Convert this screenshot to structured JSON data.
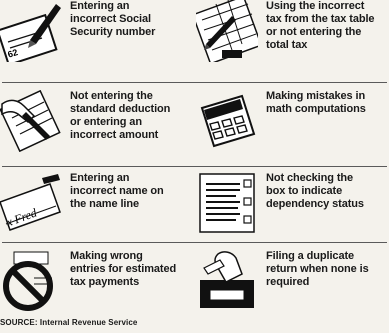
{
  "items": [
    {
      "lines": [
        "Entering an",
        "incorrect Social",
        "Security number"
      ],
      "icon": "pencil-on-card-icon"
    },
    {
      "lines": [
        "Using the incorrect",
        "tax from the tax table",
        "or not entering the",
        "total tax"
      ],
      "icon": "pencil-on-table-icon"
    },
    {
      "lines": [
        "Not entering the",
        "standard deduction",
        "or entering an",
        "incorrect amount"
      ],
      "icon": "hand-writing-icon"
    },
    {
      "lines": [
        "Making mistakes in",
        "math computations"
      ],
      "icon": "calculator-icon"
    },
    {
      "lines": [
        "Entering an",
        "incorrect name on",
        "the name line"
      ],
      "icon": "name-tag-icon"
    },
    {
      "lines": [
        "Not checking the",
        "box to indicate",
        "dependency status"
      ],
      "icon": "checkbox-form-icon"
    },
    {
      "lines": [
        "Making wrong",
        "entries for estimated",
        "tax payments"
      ],
      "icon": "prohibited-icon"
    },
    {
      "lines": [
        "Filing a duplicate",
        "return when none is",
        "required"
      ],
      "icon": "hand-in-drawer-icon"
    }
  ],
  "source": "SOURCE: Internal Revenue Service"
}
